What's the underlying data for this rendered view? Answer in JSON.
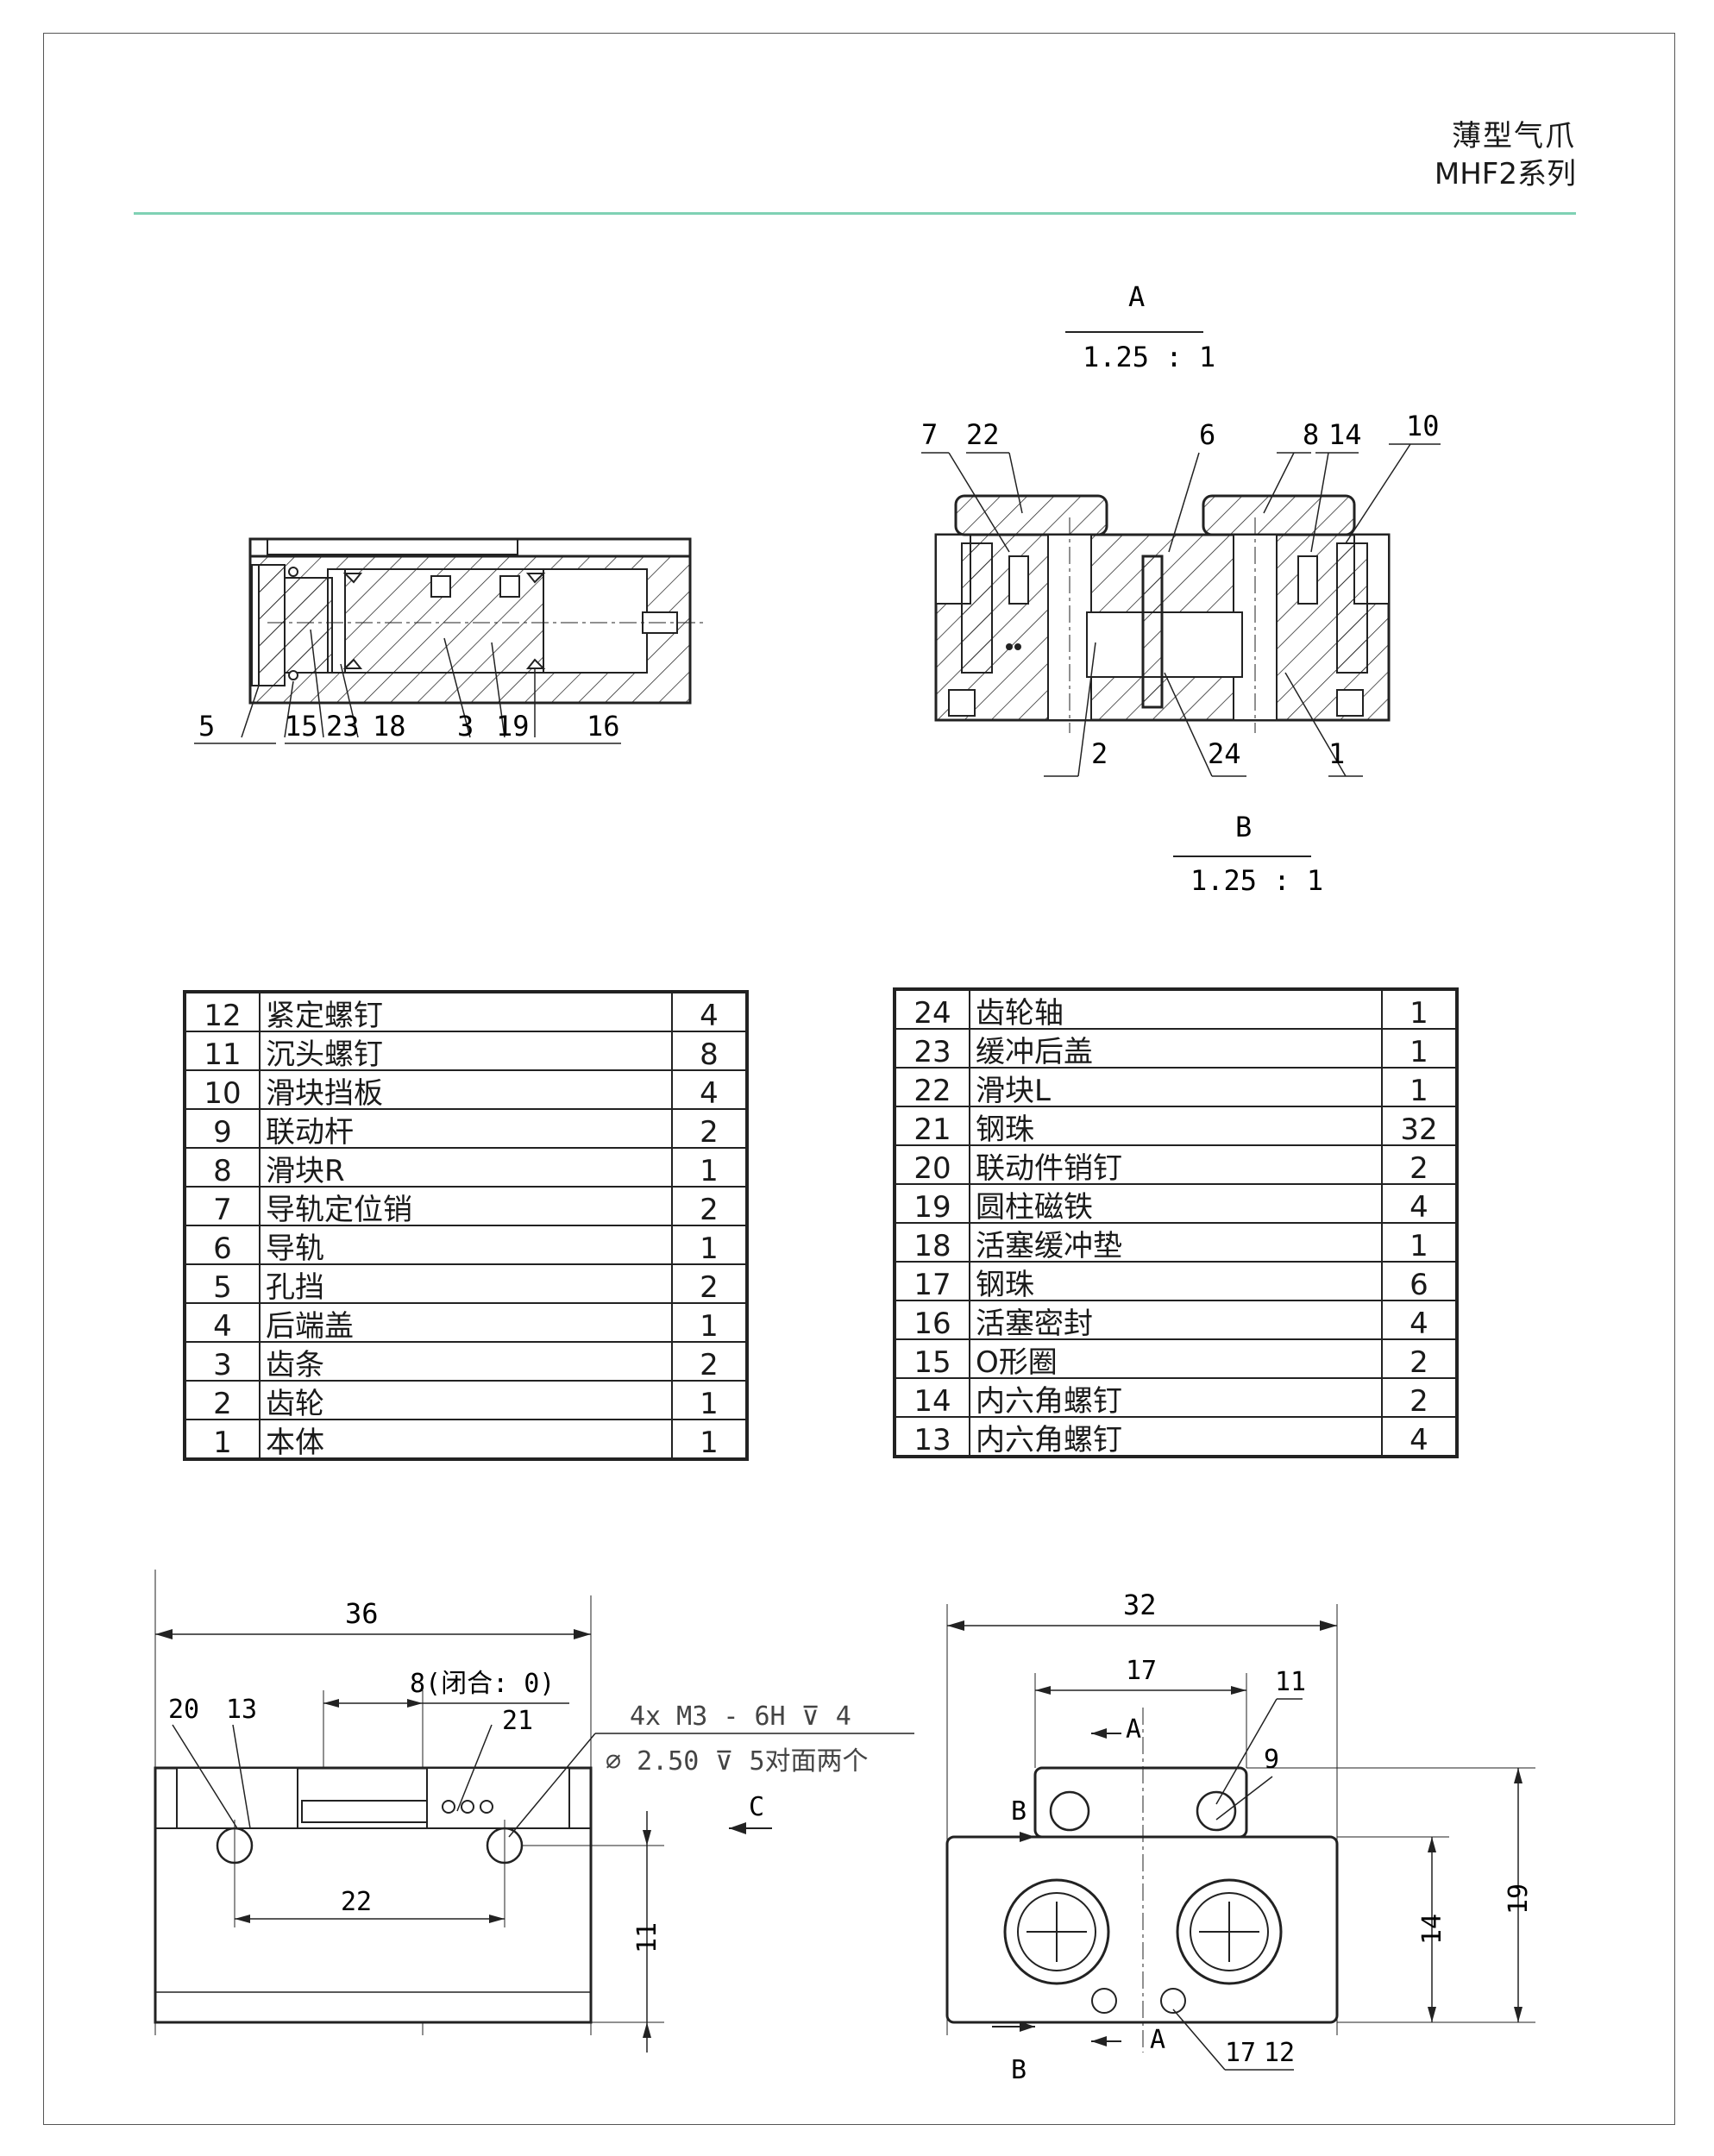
{
  "header": {
    "title_cn": "薄型气爪",
    "series": "MHF2系列"
  },
  "colors": {
    "accent_rule": "#7fd1b4",
    "line": "#1a1a1a"
  },
  "view_a": {
    "letter": "A",
    "scale": "1.25 : 1"
  },
  "view_b": {
    "letter": "B",
    "scale": "1.25 : 1"
  },
  "section_callouts_left": [
    "5",
    "15",
    "23",
    "18",
    "3",
    "19",
    "16"
  ],
  "section_callouts_right_top": [
    "7",
    "22",
    "6",
    "8",
    "14",
    "10"
  ],
  "section_callouts_right_bottom": [
    "2",
    "24",
    "1"
  ],
  "bom_left": [
    {
      "no": "12",
      "name": "紧定螺钉",
      "qty": "4"
    },
    {
      "no": "11",
      "name": "沉头螺钉",
      "qty": "8"
    },
    {
      "no": "10",
      "name": "滑块挡板",
      "qty": "4"
    },
    {
      "no": "9",
      "name": "联动杆",
      "qty": "2"
    },
    {
      "no": "8",
      "name": "滑块R",
      "qty": "1"
    },
    {
      "no": "7",
      "name": "导轨定位销",
      "qty": "2"
    },
    {
      "no": "6",
      "name": "导轨",
      "qty": "1"
    },
    {
      "no": "5",
      "name": "孔挡",
      "qty": "2"
    },
    {
      "no": "4",
      "name": "后端盖",
      "qty": "1"
    },
    {
      "no": "3",
      "name": "齿条",
      "qty": "2"
    },
    {
      "no": "2",
      "name": "齿轮",
      "qty": "1"
    },
    {
      "no": "1",
      "name": "本体",
      "qty": "1"
    }
  ],
  "bom_right": [
    {
      "no": "24",
      "name": "齿轮轴",
      "qty": "1"
    },
    {
      "no": "23",
      "name": "缓冲后盖",
      "qty": "1"
    },
    {
      "no": "22",
      "name": "滑块L",
      "qty": "1"
    },
    {
      "no": "21",
      "name": "钢珠",
      "qty": "32"
    },
    {
      "no": "20",
      "name": "联动件销钉",
      "qty": "2"
    },
    {
      "no": "19",
      "name": "圆柱磁铁",
      "qty": "4"
    },
    {
      "no": "18",
      "name": "活塞缓冲垫",
      "qty": "1"
    },
    {
      "no": "17",
      "name": "钢珠",
      "qty": "6"
    },
    {
      "no": "16",
      "name": "活塞密封",
      "qty": "4"
    },
    {
      "no": "15",
      "name": "O形圈",
      "qty": "2"
    },
    {
      "no": "14",
      "name": "内六角螺钉",
      "qty": "2"
    },
    {
      "no": "13",
      "name": "内六角螺钉",
      "qty": "4"
    }
  ],
  "front_view": {
    "dim_total": "36",
    "dim_stroke": "8(闭合: 0)",
    "dim_hole_spacing": "22",
    "dim_height": "11",
    "callouts": [
      "20",
      "13",
      "21"
    ],
    "thread_note_1": "4x  M3 - 6H ⊽ 4",
    "thread_note_2": "⌀ 2.50 ⊽ 5对面两个",
    "view_arrow": "C"
  },
  "side_view": {
    "dim_total": "32",
    "dim_inner": "17",
    "dim_h1": "14",
    "dim_h2": "19",
    "callouts_top": [
      "11",
      "9"
    ],
    "callouts_bottom": [
      "17",
      "12"
    ],
    "section_a": "A",
    "section_b": "B"
  }
}
